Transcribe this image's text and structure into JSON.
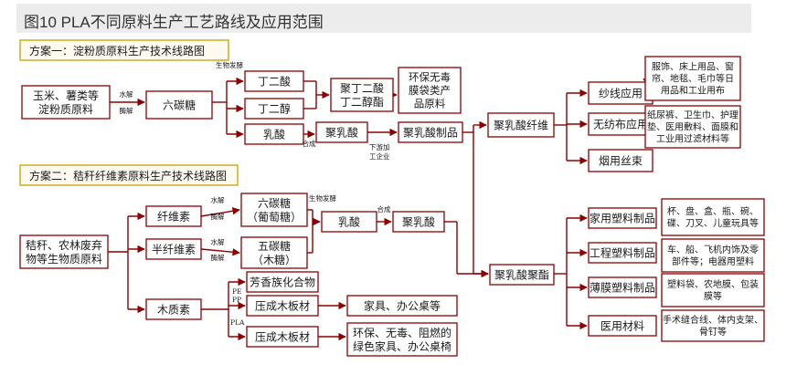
{
  "title": "图10 PLA不同原料生产工艺路线及应用范围",
  "schemes": {
    "one": "方案一：淀粉质原料生产技术线路图",
    "two": "方案二：秸秆纤维素原料生产技术线路图"
  },
  "nodes": {
    "corn": [
      "玉米、薯类等",
      "淀粉质原料"
    ],
    "hexose1": [
      "六碳糖"
    ],
    "succinic_acid": [
      "丁二酸"
    ],
    "butanediol": [
      "丁二醇"
    ],
    "pbs": [
      "聚丁二酸",
      "丁二醇酯"
    ],
    "packaging": [
      "环保无毒",
      "膜袋类产",
      "品原料"
    ],
    "lactic1": [
      "乳酸"
    ],
    "pla1": [
      "聚乳酸"
    ],
    "pla_products": [
      "聚乳酸制品"
    ],
    "pla_fiber": [
      "聚乳酸纤维"
    ],
    "yarn": [
      "纱线应用"
    ],
    "yarn_desc": [
      "服饰、床上用品、窗",
      "帘、地毯、毛巾等日",
      "用品和工业用布"
    ],
    "nonwoven": [
      "无纺布应用"
    ],
    "nonwoven_desc": [
      "纸尿裤、卫生巾、护理",
      "垫、医用敷料、面膜和",
      "工业用过滤材料等"
    ],
    "cigarette": [
      "烟用丝束"
    ],
    "straw": [
      "秸秆、农林废弃",
      "物等生物质原料"
    ],
    "cellulose": [
      "纤维素"
    ],
    "hemicellulose": [
      "半纤维素"
    ],
    "lignin": [
      "木质素"
    ],
    "hexose2": [
      "六碳糖",
      "（葡萄糖）"
    ],
    "pentose": [
      "五碳糖",
      "（木糖）"
    ],
    "lactic2": [
      "乳酸"
    ],
    "pla2": [
      "聚乳酸"
    ],
    "aromatics": [
      "芳香族化合物"
    ],
    "board1": [
      "压成木板材"
    ],
    "board2": [
      "压成木板材"
    ],
    "furniture1": [
      "家具、办公桌等"
    ],
    "furniture2": [
      "环保、无毒、阻燃的",
      "绿色家具、办公桌椅"
    ],
    "pla_plastic": [
      "聚乳酸聚酯"
    ],
    "home_plastic": [
      "家用塑料制品"
    ],
    "home_desc": [
      "杯、盘、盒、瓶、碗、",
      "碟、刀叉、儿童玩具等"
    ],
    "eng_plastic": [
      "工程塑料制品"
    ],
    "eng_desc": [
      "车、船、飞机内饰及零",
      "部件等；电器用塑料"
    ],
    "film_plastic": [
      "薄膜塑料制品"
    ],
    "film_desc": [
      "塑料袋、农地膜、包装",
      "膜等"
    ],
    "medical": [
      "医用材料"
    ],
    "medical_desc": [
      "手术缝合线、体内支架、",
      "骨钉等"
    ]
  },
  "edge_labels": {
    "bio_ferment1": "生物发酵",
    "hydrolysis1": "水解",
    "enzymolysis1": "酶解",
    "synthesis1": "合成",
    "downstream": [
      "下游加",
      "工企业"
    ],
    "hydrolysis2": "水解",
    "enzymolysis2": "酶解",
    "bio_ferment2": "生物发酵",
    "hydrolysis3": "水解",
    "enzymolysis3": "酶解",
    "synthesis2": "合成",
    "pe": "PE",
    "pp": "PP",
    "pla": "PLA"
  }
}
